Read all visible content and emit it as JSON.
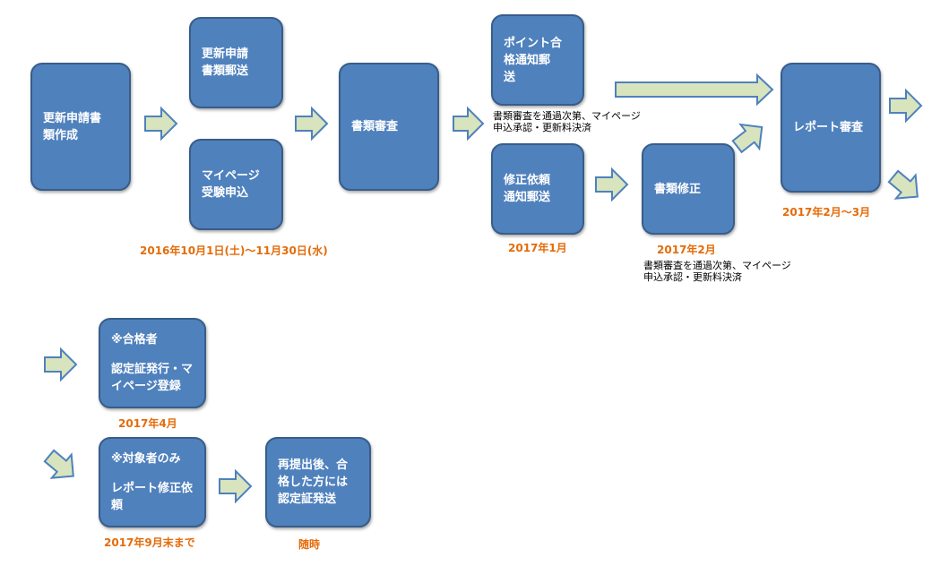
{
  "colors": {
    "box_fill": "#4f81bd",
    "box_border": "#385d8a",
    "arrow_fill": "#d7e4bd",
    "arrow_stroke": "#4f81bd",
    "date_text": "#e46c0a"
  },
  "boxes": {
    "create_docs": "更新申請書\n類作成",
    "mail_docs": "更新申請\n書類郵送",
    "mypage_apply": "マイページ\n受験申込",
    "doc_review": "書類審査",
    "pass_notice": "ポイント合\n格通知郵\n送",
    "fix_request": "修正依頼\n通知郵送",
    "doc_fix": "書類修正",
    "report_review": "レポート審査",
    "passed_title": "※合格者",
    "passed_body": "認定証発行・マ\nイページ登録",
    "target_title": "※対象者のみ",
    "target_body": "レポート修正依\n頼",
    "resubmit": "再提出後、合\n格した方には\n認定証発送"
  },
  "dates": {
    "apply_period": "2016年10月1日(土)〜11月30日(水)",
    "jan": "2017年1月",
    "feb": "2017年2月",
    "feb_mar": "2017年2月〜3月",
    "apr": "2017年4月",
    "sep": "2017年9月末まで",
    "anytime": "随時"
  },
  "notes": {
    "note_pass": "書類審査を通過次第、マイページ\n申込承認・更新料決済",
    "note_fix": "書類審査を通過次第、マイページ\n申込承認・更新料決済"
  }
}
